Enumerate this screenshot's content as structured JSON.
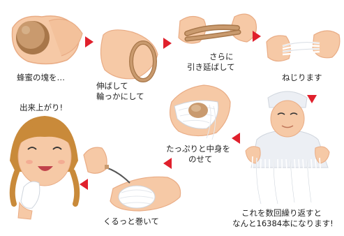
{
  "steps": {
    "step1": "蜂蜜の塊を…",
    "step2_line1": "伸ばして",
    "step2_line2": "輪っかにして",
    "step3_line1": "さらに",
    "step3_line2": "引き延ばして",
    "step4": "ねじります",
    "step5_line1": "たっぷりと中身を",
    "step5_line2": "のせて",
    "step6": "くるっと巻いて",
    "done": "出来上がり!",
    "repeat_line1": "これを数回繰り返すと",
    "repeat_line2": "なんと16384本になります!"
  },
  "colors": {
    "skin": "#f6c9a6",
    "skin_shadow": "#e9ac85",
    "honey": "#c99a6e",
    "honey_dark": "#a8774a",
    "arrow": "#e0202c",
    "hair": "#c98a3a",
    "shirt": "#eceff4",
    "strand": "#ffffff",
    "text": "#222222"
  }
}
